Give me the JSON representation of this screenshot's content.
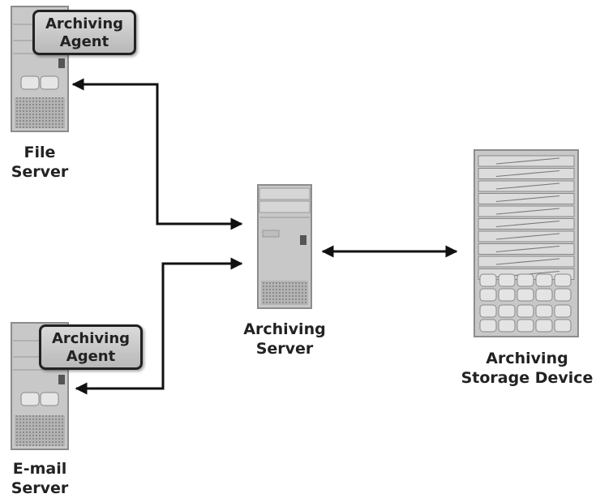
{
  "nodes": {
    "file_server": {
      "label_line1": "File",
      "label_line2": "Server",
      "agent_line1": "Archiving",
      "agent_line2": "Agent"
    },
    "email_server": {
      "label_line1": "E-mail",
      "label_line2": "Server",
      "agent_line1": "Archiving",
      "agent_line2": "Agent"
    },
    "archiving_server": {
      "label_line1": "Archiving",
      "label_line2": "Server"
    },
    "storage_device": {
      "label_line1": "Archiving",
      "label_line2": "Storage Device"
    }
  },
  "connections": [
    {
      "from": "archiving_server",
      "to": "file_server",
      "direction": "bidirectional"
    },
    {
      "from": "archiving_server",
      "to": "email_server",
      "direction": "bidirectional"
    },
    {
      "from": "archiving_server",
      "to": "storage_device",
      "direction": "bidirectional"
    }
  ],
  "colors": {
    "line": "#111111",
    "server_body": "#c8c8c8",
    "server_edge": "#8c8c8c",
    "text": "#222222"
  }
}
